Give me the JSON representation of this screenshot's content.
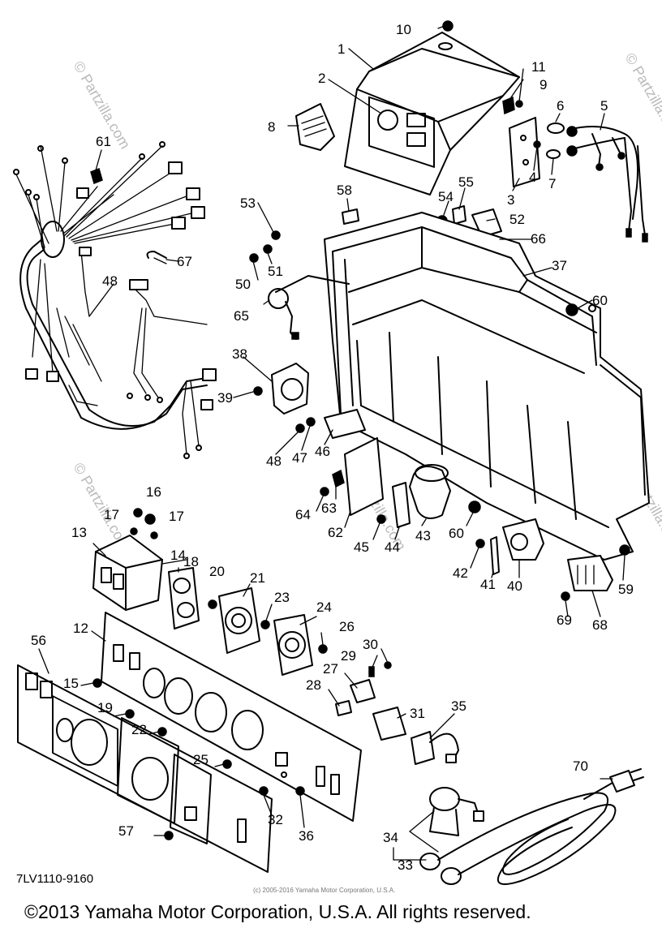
{
  "diagram": {
    "drawing_code": "7LV1110-9160",
    "small_copyright": "(c) 2005-2016 Yamaha Motor Corporation, U.S.A.",
    "watermark": "© Partzilla.com",
    "footer": "©2013 Yamaha Motor Corporation, U.S.A. All rights reserved."
  },
  "callouts": [
    {
      "id": "1",
      "label": "1"
    },
    {
      "id": "2",
      "label": "2"
    },
    {
      "id": "3",
      "label": "3"
    },
    {
      "id": "4",
      "label": "4"
    },
    {
      "id": "5",
      "label": "5"
    },
    {
      "id": "6",
      "label": "6"
    },
    {
      "id": "7",
      "label": "7"
    },
    {
      "id": "8",
      "label": "8"
    },
    {
      "id": "9",
      "label": "9"
    },
    {
      "id": "10",
      "label": "10"
    },
    {
      "id": "11",
      "label": "11"
    },
    {
      "id": "12",
      "label": "12"
    },
    {
      "id": "13",
      "label": "13"
    },
    {
      "id": "14",
      "label": "14"
    },
    {
      "id": "15",
      "label": "15"
    },
    {
      "id": "16",
      "label": "16"
    },
    {
      "id": "17a",
      "label": "17"
    },
    {
      "id": "17b",
      "label": "17"
    },
    {
      "id": "18",
      "label": "18"
    },
    {
      "id": "19",
      "label": "19"
    },
    {
      "id": "20",
      "label": "20"
    },
    {
      "id": "21",
      "label": "21"
    },
    {
      "id": "22",
      "label": "22"
    },
    {
      "id": "23",
      "label": "23"
    },
    {
      "id": "24",
      "label": "24"
    },
    {
      "id": "25",
      "label": "25"
    },
    {
      "id": "26",
      "label": "26"
    },
    {
      "id": "27",
      "label": "27"
    },
    {
      "id": "28",
      "label": "28"
    },
    {
      "id": "29",
      "label": "29"
    },
    {
      "id": "30",
      "label": "30"
    },
    {
      "id": "31",
      "label": "31"
    },
    {
      "id": "32",
      "label": "32"
    },
    {
      "id": "33",
      "label": "33"
    },
    {
      "id": "34",
      "label": "34"
    },
    {
      "id": "35",
      "label": "35"
    },
    {
      "id": "36",
      "label": "36"
    },
    {
      "id": "37",
      "label": "37"
    },
    {
      "id": "38",
      "label": "38"
    },
    {
      "id": "39",
      "label": "39"
    },
    {
      "id": "40",
      "label": "40"
    },
    {
      "id": "41",
      "label": "41"
    },
    {
      "id": "42",
      "label": "42"
    },
    {
      "id": "43",
      "label": "43"
    },
    {
      "id": "44",
      "label": "44"
    },
    {
      "id": "45",
      "label": "45"
    },
    {
      "id": "46",
      "label": "46"
    },
    {
      "id": "47",
      "label": "47"
    },
    {
      "id": "48a",
      "label": "48"
    },
    {
      "id": "48b",
      "label": "48"
    },
    {
      "id": "50",
      "label": "50"
    },
    {
      "id": "51",
      "label": "51"
    },
    {
      "id": "52",
      "label": "52"
    },
    {
      "id": "53",
      "label": "53"
    },
    {
      "id": "54",
      "label": "54"
    },
    {
      "id": "55",
      "label": "55"
    },
    {
      "id": "56",
      "label": "56"
    },
    {
      "id": "57",
      "label": "57"
    },
    {
      "id": "58",
      "label": "58"
    },
    {
      "id": "59",
      "label": "59"
    },
    {
      "id": "60a",
      "label": "60"
    },
    {
      "id": "60b",
      "label": "60"
    },
    {
      "id": "61",
      "label": "61"
    },
    {
      "id": "62",
      "label": "62"
    },
    {
      "id": "63",
      "label": "63"
    },
    {
      "id": "64",
      "label": "64"
    },
    {
      "id": "65",
      "label": "65"
    },
    {
      "id": "66",
      "label": "66"
    },
    {
      "id": "67",
      "label": "67"
    },
    {
      "id": "68",
      "label": "68"
    },
    {
      "id": "69",
      "label": "69"
    },
    {
      "id": "70",
      "label": "70"
    }
  ]
}
